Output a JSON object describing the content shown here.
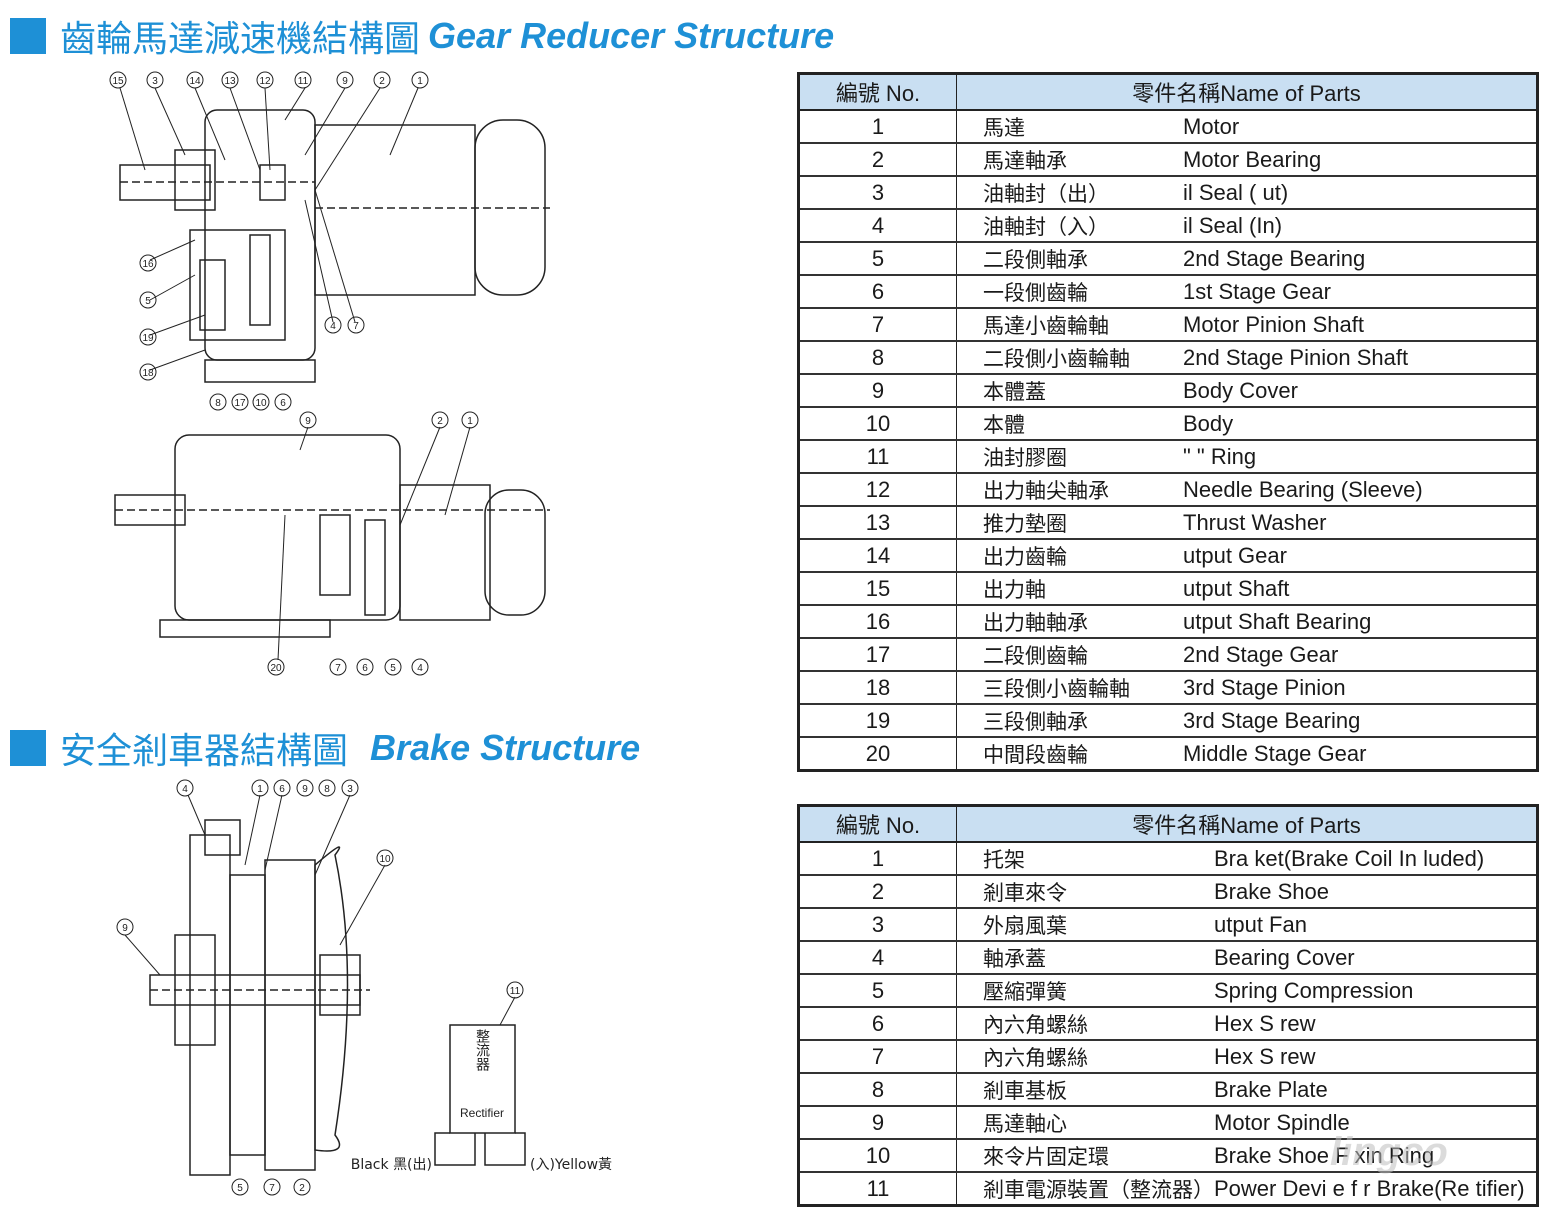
{
  "heading1": {
    "zh": "齒輪馬達減速機結構圖",
    "en": "Gear Reducer Structure"
  },
  "heading2": {
    "zh": "安全剎車器結構圖",
    "en": "Brake Structure"
  },
  "table_header": {
    "no": "編號 No.",
    "name": "零件名稱Name of Parts"
  },
  "gear_parts": [
    {
      "no": "1",
      "zh": "馬達",
      "en": "Motor"
    },
    {
      "no": "2",
      "zh": "馬達軸承",
      "en": "Motor Bearing"
    },
    {
      "no": "3",
      "zh": "油軸封（出）",
      "en": "   il Seal (   ut)"
    },
    {
      "no": "4",
      "zh": "油軸封（入）",
      "en": "   il Seal (In)"
    },
    {
      "no": "5",
      "zh": "二段側軸承",
      "en": "2nd Stage Bearing"
    },
    {
      "no": "6",
      "zh": "一段側齒輪",
      "en": "1st Stage Gear"
    },
    {
      "no": "7",
      "zh": "馬達小齒輪軸",
      "en": "Motor Pinion Shaft"
    },
    {
      "no": "8",
      "zh": "二段側小齒輪軸",
      "en": "2nd Stage Pinion Shaft"
    },
    {
      "no": "9",
      "zh": "本體蓋",
      "en": "Body Cover"
    },
    {
      "no": "10",
      "zh": "本體",
      "en": "Body"
    },
    {
      "no": "11",
      "zh": "油封膠圈",
      "en": "\"   \" Ring"
    },
    {
      "no": "12",
      "zh": "出力軸尖軸承",
      "en": "Needle Bearing (Sleeve)"
    },
    {
      "no": "13",
      "zh": "推力墊圈",
      "en": "Thrust Washer"
    },
    {
      "no": "14",
      "zh": "出力齒輪",
      "en": "   utput Gear"
    },
    {
      "no": "15",
      "zh": "出力軸",
      "en": "   utput Shaft"
    },
    {
      "no": "16",
      "zh": "出力軸軸承",
      "en": "   utput Shaft Bearing"
    },
    {
      "no": "17",
      "zh": "二段側齒輪",
      "en": "2nd Stage Gear"
    },
    {
      "no": "18",
      "zh": "三段側小齒輪軸",
      "en": "3rd Stage Pinion"
    },
    {
      "no": "19",
      "zh": "三段側軸承",
      "en": "3rd Stage Bearing"
    },
    {
      "no": "20",
      "zh": "中間段齒輪",
      "en": "Middle Stage Gear"
    }
  ],
  "brake_parts": [
    {
      "no": "1",
      "zh": "托架",
      "en": "Bra  ket(Brake Coil In  luded)"
    },
    {
      "no": "2",
      "zh": "剎車來令",
      "en": "Brake Shoe"
    },
    {
      "no": "3",
      "zh": "外扇風葉",
      "en": "   utput Fan"
    },
    {
      "no": "4",
      "zh": "軸承蓋",
      "en": "Bearing Cover"
    },
    {
      "no": "5",
      "zh": "壓縮彈簧",
      "en": "Spring Compression"
    },
    {
      "no": "6",
      "zh": "內六角螺絲",
      "en": "Hex S  rew"
    },
    {
      "no": "7",
      "zh": "內六角螺絲",
      "en": "Hex S  rew"
    },
    {
      "no": "8",
      "zh": "剎車基板",
      "en": "Brake Plate"
    },
    {
      "no": "9",
      "zh": "馬達軸心",
      "en": "Motor Spindle"
    },
    {
      "no": "10",
      "zh": "來令片固定環",
      "en": "Brake Shoe F xin  Ring"
    },
    {
      "no": "11",
      "zh": "剎車電源裝置（整流器）",
      "en": "Power Devi  e f  r Brake(Re  tifier)"
    }
  ],
  "callouts_top": [
    "15",
    "3",
    "14",
    "13",
    "12",
    "11",
    "9",
    "2",
    "1"
  ],
  "callouts_top_left": [
    "16",
    "5",
    "19",
    "18"
  ],
  "callouts_top_mid": [
    "4",
    "7"
  ],
  "callouts_top_bottom": [
    "8",
    "17",
    "10",
    "6"
  ],
  "callouts_mid_top": [
    "9",
    "2",
    "1"
  ],
  "callouts_mid_bottom": [
    "20",
    "7",
    "6",
    "5",
    "4"
  ],
  "callouts_brake_top": [
    "4",
    "1",
    "6",
    "9",
    "8",
    "3"
  ],
  "callouts_brake_side": [
    "10",
    "9",
    "11"
  ],
  "callouts_brake_bottom": [
    "5",
    "7",
    "2"
  ],
  "rectifier": {
    "zh": "整流器",
    "en": "Rectifier",
    "black": "Black 黑(出)",
    "yellow": "(入)Yellow黃"
  },
  "watermark": "lingco"
}
